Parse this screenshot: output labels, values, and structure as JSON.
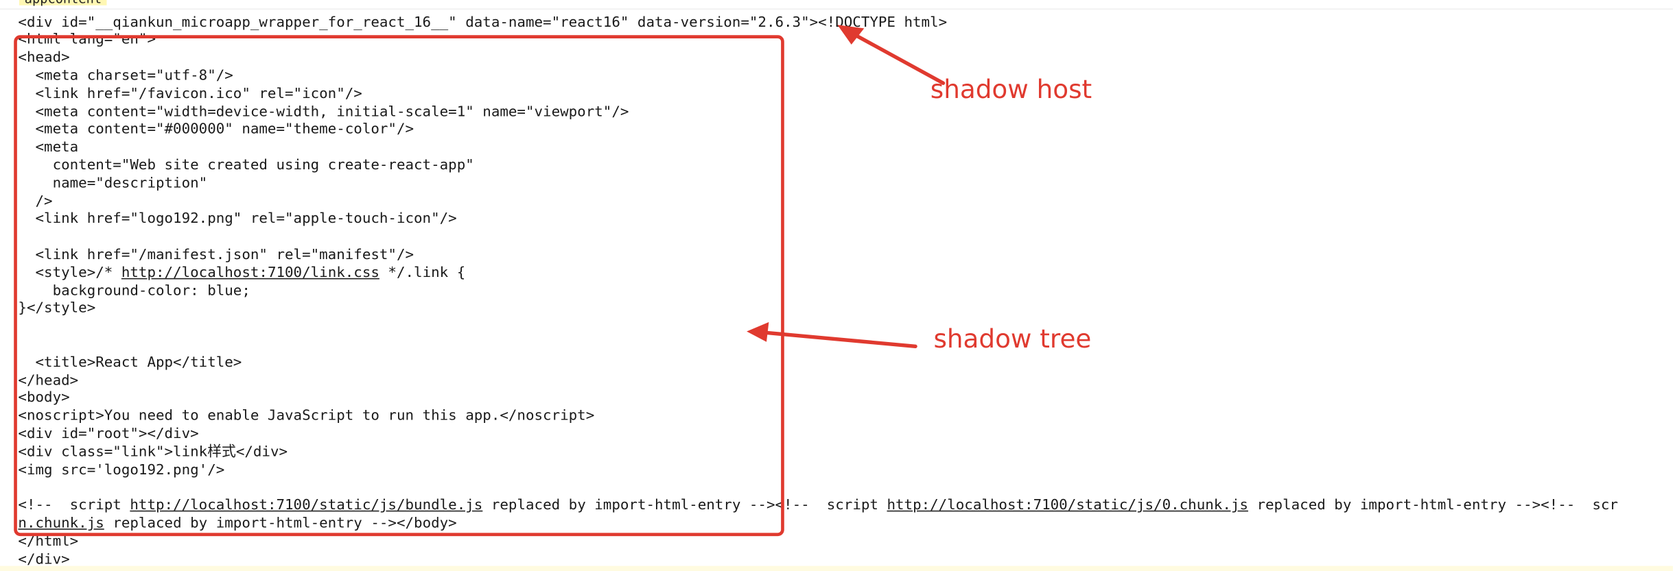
{
  "badge": "appcontent",
  "code_lines": [
    [
      {
        "t": "<div id=\"__qiankun_microapp_wrapper_for_react_16__\" data-name=\"react16\" data-version=\"2.6.3\"><!DOCTYPE html>"
      }
    ],
    [
      {
        "t": "<html lang=\"en\">"
      }
    ],
    [
      {
        "t": "<head>"
      }
    ],
    [
      {
        "t": "  <meta charset=\"utf-8\"/>"
      }
    ],
    [
      {
        "t": "  <link href=\"/favicon.ico\" rel=\"icon\"/>"
      }
    ],
    [
      {
        "t": "  <meta content=\"width=device-width, initial-scale=1\" name=\"viewport\"/>"
      }
    ],
    [
      {
        "t": "  <meta content=\"#000000\" name=\"theme-color\"/>"
      }
    ],
    [
      {
        "t": "  <meta"
      }
    ],
    [
      {
        "t": "    content=\"Web site created using create-react-app\""
      }
    ],
    [
      {
        "t": "    name=\"description\""
      }
    ],
    [
      {
        "t": "  />"
      }
    ],
    [
      {
        "t": "  <link href=\"logo192.png\" rel=\"apple-touch-icon\"/>"
      }
    ],
    [
      {
        "t": ""
      }
    ],
    [
      {
        "t": "  <link href=\"/manifest.json\" rel=\"manifest\"/>"
      }
    ],
    [
      {
        "t": "  <style>/* "
      },
      {
        "t": "http://localhost:7100/link.css",
        "link": true
      },
      {
        "t": " */.link {"
      }
    ],
    [
      {
        "t": "    background-color: blue;"
      }
    ],
    [
      {
        "t": "}</style>"
      }
    ],
    [
      {
        "t": ""
      }
    ],
    [
      {
        "t": ""
      }
    ],
    [
      {
        "t": "  <title>React App</title>"
      }
    ],
    [
      {
        "t": "</head>"
      }
    ],
    [
      {
        "t": "<body>"
      }
    ],
    [
      {
        "t": "<noscript>You need to enable JavaScript to run this app.</noscript>"
      }
    ],
    [
      {
        "t": "<div id=\"root\"></div>"
      }
    ],
    [
      {
        "t": "<div class=\"link\">link样式</div>"
      }
    ],
    [
      {
        "t": "<img src='logo192.png'/>"
      }
    ],
    [
      {
        "t": ""
      }
    ],
    [
      {
        "t": "<!--  script "
      },
      {
        "t": "http://localhost:7100/static/js/bundle.js",
        "link": true
      },
      {
        "t": " replaced by import-html-entry --><!--  script "
      },
      {
        "t": "http://localhost:7100/static/js/0.chunk.js",
        "link": true
      },
      {
        "t": " replaced by import-html-entry --><!--  scr"
      }
    ],
    [
      {
        "t": "n.chunk.js",
        "link": true
      },
      {
        "t": " replaced by import-html-entry --></body>"
      }
    ],
    [
      {
        "t": "</html>"
      }
    ],
    [
      {
        "t": "</div>"
      }
    ]
  ],
  "annotations": {
    "shadow_host": "shadow host",
    "shadow_tree": "shadow tree"
  },
  "colors": {
    "annotation": "#e03a2f",
    "badge_bg": "#fff7b3",
    "code_text": "#1a1a1a"
  }
}
